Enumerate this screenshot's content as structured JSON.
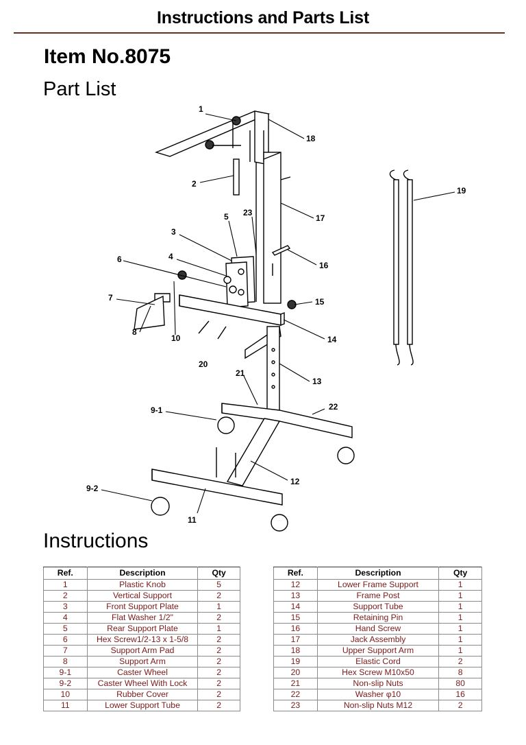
{
  "header": {
    "title": "Instructions and Parts List"
  },
  "item_no": "Item No.8075",
  "part_list_heading": "Part List",
  "instructions_heading": "Instructions",
  "diagram_labels": [
    "1",
    "2",
    "3",
    "4",
    "5",
    "6",
    "7",
    "8",
    "9-1",
    "9-2",
    "10",
    "11",
    "12",
    "13",
    "14",
    "15",
    "16",
    "17",
    "18",
    "19",
    "20",
    "21",
    "22",
    "23"
  ],
  "tables": {
    "headers": {
      "ref": "Ref.",
      "description": "Description",
      "qty": "Qty"
    },
    "left": [
      {
        "ref": "1",
        "description": "Plastic Knob",
        "qty": "5"
      },
      {
        "ref": "2",
        "description": "Vertical Support",
        "qty": "2"
      },
      {
        "ref": "3",
        "description": "Front Support Plate",
        "qty": "1"
      },
      {
        "ref": "4",
        "description": "Flat Washer 1/2\"",
        "qty": "2"
      },
      {
        "ref": "5",
        "description": "Rear Support Plate",
        "qty": "1"
      },
      {
        "ref": "6",
        "description": "Hex Screw1/2-13 x 1-5/8",
        "qty": "2"
      },
      {
        "ref": "7",
        "description": "Support Arm Pad",
        "qty": "2"
      },
      {
        "ref": "8",
        "description": "Support Arm",
        "qty": "2"
      },
      {
        "ref": "9-1",
        "description": "Caster Wheel",
        "qty": "2"
      },
      {
        "ref": "9-2",
        "description": "Caster Wheel With Lock",
        "qty": "2"
      },
      {
        "ref": "10",
        "description": "Rubber Cover",
        "qty": "2"
      },
      {
        "ref": "11",
        "description": "Lower Support Tube",
        "qty": "2"
      }
    ],
    "right": [
      {
        "ref": "12",
        "description": "Lower Frame Support",
        "qty": "1"
      },
      {
        "ref": "13",
        "description": "Frame Post",
        "qty": "1"
      },
      {
        "ref": "14",
        "description": "Support Tube",
        "qty": "1"
      },
      {
        "ref": "15",
        "description": "Retaining Pin",
        "qty": "1"
      },
      {
        "ref": "16",
        "description": "Hand Screw",
        "qty": "1"
      },
      {
        "ref": "17",
        "description": "Jack Assembly",
        "qty": "1"
      },
      {
        "ref": "18",
        "description": "Upper Support Arm",
        "qty": "1"
      },
      {
        "ref": "19",
        "description": "Elastic Cord",
        "qty": "2"
      },
      {
        "ref": "20",
        "description": "Hex Screw M10x50",
        "qty": "8"
      },
      {
        "ref": "21",
        "description": "Non-slip Nuts",
        "qty": "80"
      },
      {
        "ref": "22",
        "description": "Washer φ10",
        "qty": "16"
      },
      {
        "ref": "23",
        "description": "Non-slip Nuts M12",
        "qty": "2"
      }
    ]
  }
}
